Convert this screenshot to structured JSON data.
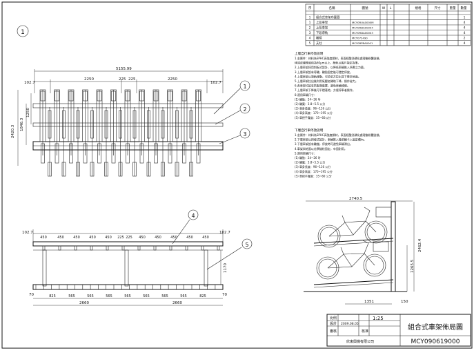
{
  "sheet": {
    "view_number": "1",
    "top_dims": {
      "d_102_7_left": "102.7",
      "d_2250_a": "2250",
      "d_225_1": "225",
      "d_225_2": "225",
      "d_2250_b": "2250",
      "d_102_7_right": "102.7",
      "overall": "5155.99",
      "d_1846": "1846.3",
      "d_1250": "1250",
      "d_2420": "2420.3"
    },
    "callouts": [
      "1",
      "2",
      "3",
      "4",
      "5"
    ],
    "front_dims": {
      "d_102_7_left": "102.7",
      "d_102_7_right": "102.7",
      "spacing_top": [
        "450",
        "450",
        "450",
        "450",
        "450",
        "225",
        "225",
        "450",
        "450",
        "450",
        "450",
        "450"
      ],
      "spacing_bottom": [
        "825",
        "565",
        "565",
        "565",
        "565",
        "565",
        "565",
        "565",
        "825"
      ],
      "d_70_left": "70",
      "d_70_right": "70",
      "total_left": "2660",
      "total_right": "2660",
      "height": "1170"
    },
    "side_dims": {
      "top": "2740.5",
      "height": "2462.4",
      "lower": "1265.5",
      "base": "1351",
      "d_150": "150"
    }
  },
  "parts_table": {
    "headers": [
      "序",
      "名稱",
      "圖號",
      "W",
      "L",
      "規格",
      "尺寸",
      "重量",
      "數量"
    ],
    "rows": [
      {
        "no": "1",
        "name": "組合式車架布置圖",
        "code": "",
        "qty": "1"
      },
      {
        "no": "1",
        "name": "上段車架",
        "code": "MCY0RUA0000M",
        "qty": "4"
      },
      {
        "no": "2",
        "name": "上段車架",
        "code": "MCY0RDA00004",
        "qty": "4"
      },
      {
        "no": "3",
        "name": "下段導軌",
        "code": "MCY0RDA00003",
        "qty": "4"
      },
      {
        "no": "4",
        "name": "橫樑",
        "code": "MCY072490",
        "qty": "2"
      },
      {
        "no": "5",
        "name": "支柱",
        "code": "MCY0BPBA0001",
        "qty": "4"
      }
    ]
  },
  "notes": {
    "upper_title": "上層自行車停放說明",
    "upper_lines": [
      "1.金屬件：材料為SPHC高強度鋼材，表面經酸洗磷化處理後粉體塗裝，",
      "  烤漆皮膜厚度約為60μm以上，顏色以客戶指定為準。",
      "2.上層車架採用斜板式設計，以降低車輛推入所需之力量。",
      "3.上層車架設有導輪，輪胎固定後可穩定停放。",
      "4.上層車架以滑軌移動，可於前方拉出並下降至地面。",
      "5.上層車架拉出後利用氣壓缸輔助下降，操作省力。",
      "6.各車架均設有防脫落裝置，避免車輛傾倒。",
      "7.上層車架下降後可平穩著地，方便停車者操作。",
      "8.適用車輛尺寸：",
      "  (1) 輪胎：24~26 吋",
      "  (2) 輪寬：3.8~5.5 公分",
      "  (3) 車身長度：96~116 公分",
      "  (4) 車身高度：170~195 公分",
      "  (5) 車把手寬度：35~60公分"
    ],
    "lower_title": "下層自行車停放說明",
    "lower_lines": [
      "1.金屬件：材料為SPHC高強度鋼材，表面經酸洗磷化處理後粉體塗裝。",
      "2.下層車架以斜坡式設計，車輛推入後前輪卡入固定槽內。",
      "3.下層車架設有輪擋，停放時可避免車輛滑出。",
      "4.車架與地面以化學錨栓固定，牢固耐用。",
      "5.適用車輛尺寸：",
      "  (1) 輪胎：24~26 吋",
      "  (2) 輪寬：3.8~5.5 公分",
      "  (3) 車身長度：96~116 公分",
      "  (4) 車身高度：170~195 公分",
      "  (5) 車把手寬度：35~60 公分"
    ]
  },
  "title_block": {
    "scale_label": "比例",
    "scale": "1:25",
    "designer_label": "設計",
    "date": "2009.08.05",
    "approve_label": "核准",
    "check_label": "審核",
    "company": "欣東興機有限公司",
    "title": "組合式車架佈局圖",
    "drawing_no": "MCY090619000"
  }
}
